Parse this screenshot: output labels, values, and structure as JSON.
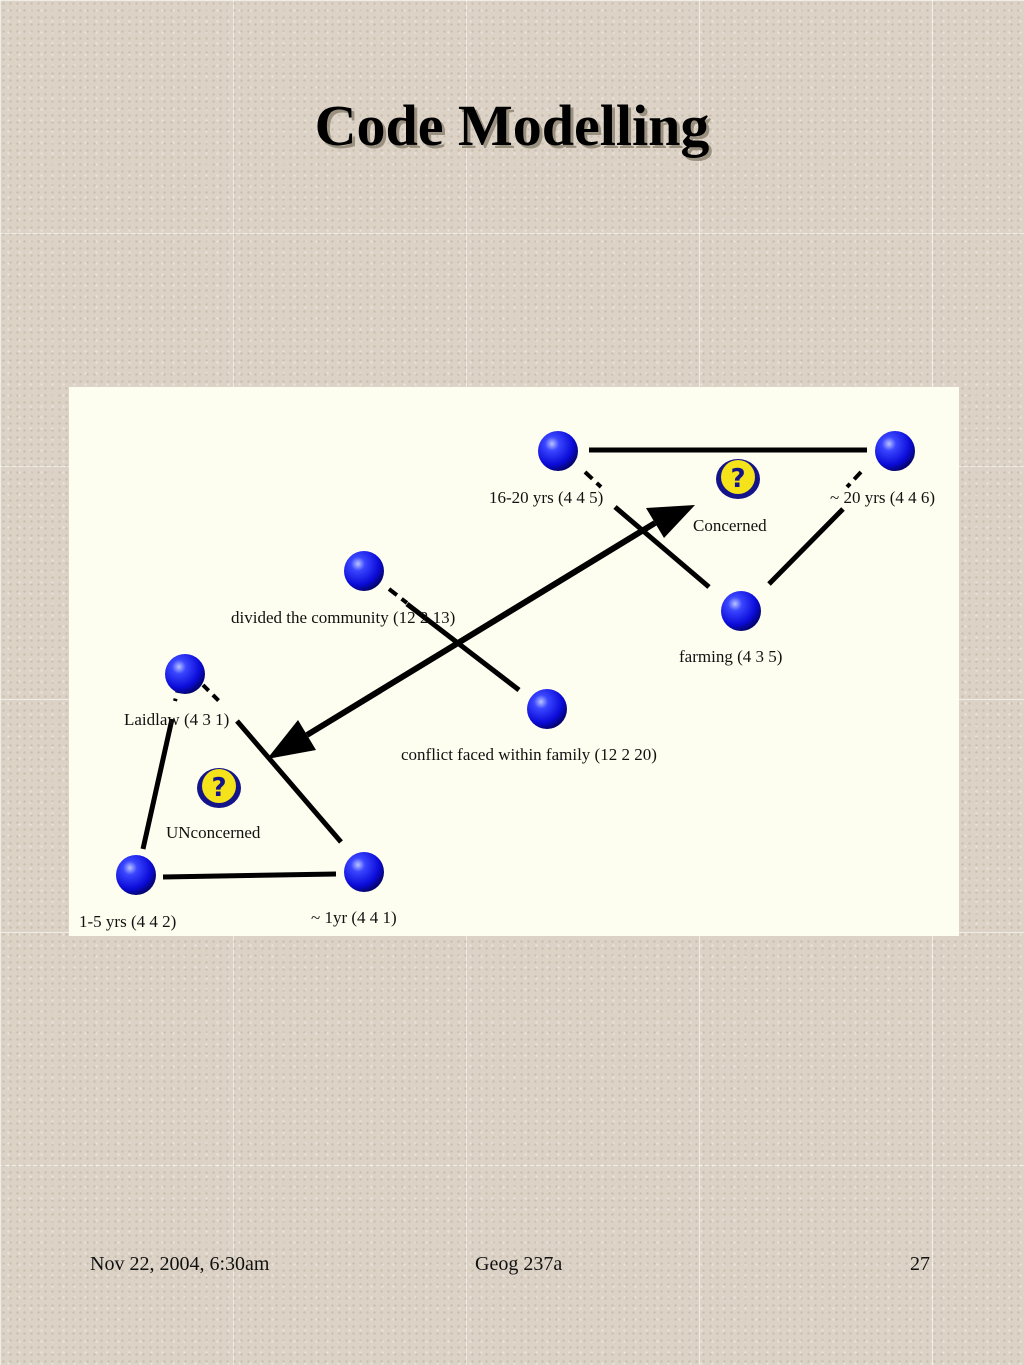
{
  "slide": {
    "title": "Code Modelling"
  },
  "diagram": {
    "nodes": {
      "n16_20": {
        "label": "16-20 yrs (4 4 5)"
      },
      "n20": {
        "label": "~ 20 yrs (4 4 6)"
      },
      "farming": {
        "label": "farming (4 3 5)"
      },
      "divided": {
        "label": "divided the community (12 2 13)"
      },
      "conflict": {
        "label": "conflict faced within family (12 2 20)"
      },
      "laidlaw": {
        "label": "Laidlaw (4 3 1)"
      },
      "n1_5": {
        "label": "1-5 yrs (4 4 2)"
      },
      "n1yr": {
        "label": "~ 1yr (4 4 1)"
      }
    },
    "groups": {
      "concerned": {
        "label": "Concerned",
        "icon": "question-icon"
      },
      "unconcerned": {
        "label": "UNconcerned",
        "icon": "question-icon"
      }
    },
    "colors": {
      "node": "#1010ee",
      "icon_fill": "#f4e21a",
      "icon_bg": "#14148a",
      "edge": "#000000"
    }
  },
  "footer": {
    "date": "Nov 22, 2004, 6:30am",
    "course": "Geog 237a",
    "page": "27"
  }
}
